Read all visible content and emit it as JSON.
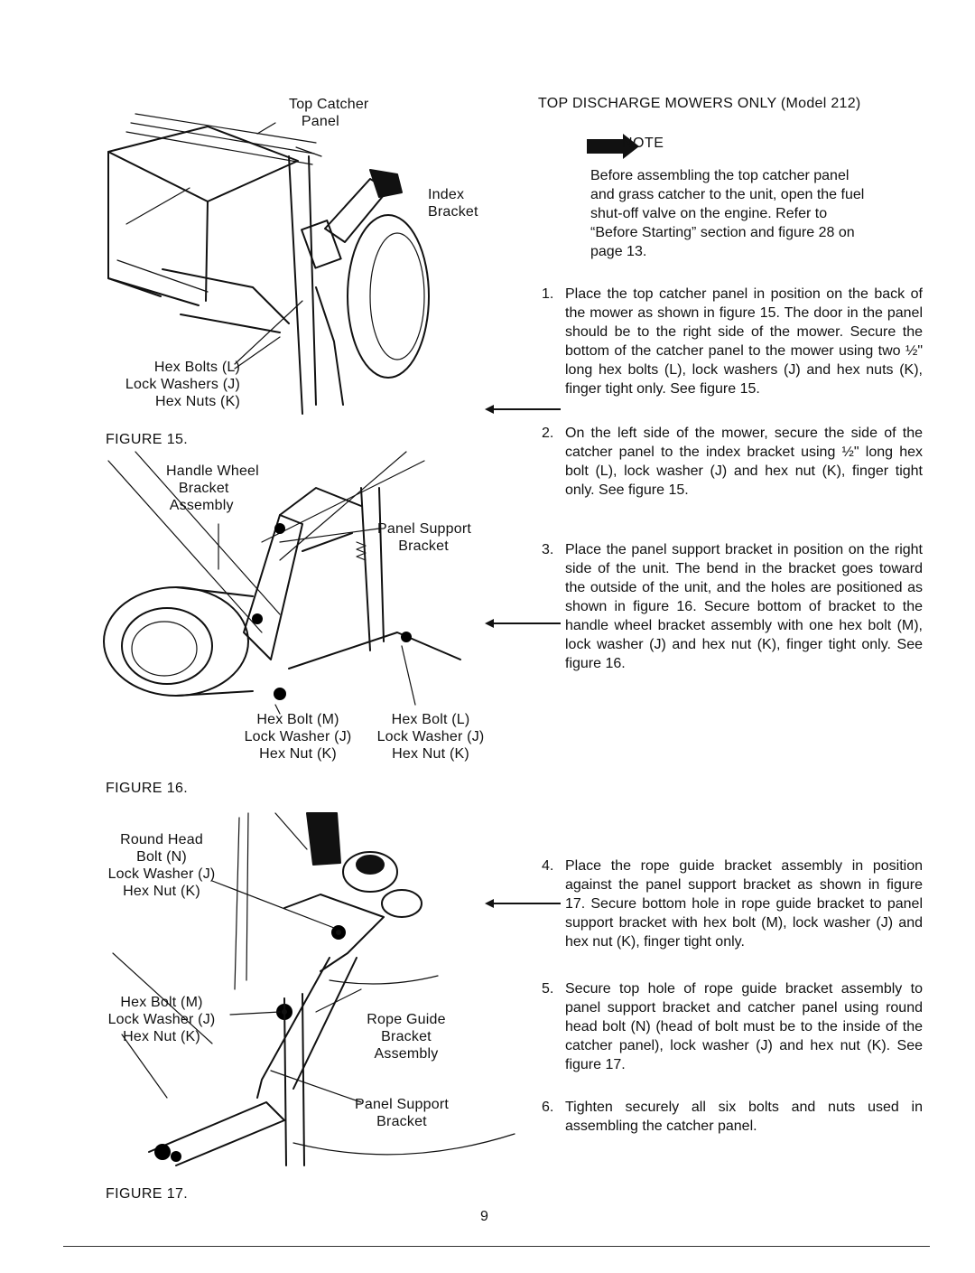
{
  "right_column": {
    "heading": "TOP DISCHARGE MOWERS ONLY (Model 212)",
    "note_label": "NOTE",
    "note_text": "Before assembling the top catcher panel and grass catcher to the unit, open the fuel shut-off valve on the engine. Refer to “Before Starting” section and figure 28 on page 13.",
    "steps": [
      {
        "num": "1.",
        "text": "Place the top catcher panel in position on the back of the mower as shown in figure 15. The door in the panel should be to the right side of the mower. Secure the bottom of the catcher panel to the mower using two ½\" long hex bolts (L), lock washers (J) and hex nuts (K), finger tight only. See figure 15."
      },
      {
        "num": "2.",
        "text": "On the left side of the mower, secure the side of the catcher panel to the index bracket using ½\" long hex bolt (L), lock washer (J) and hex nut (K), finger tight only. See figure 15."
      },
      {
        "num": "3.",
        "text": "Place the panel support bracket in position on the right side of the unit. The bend in the bracket goes toward the outside of the unit, and the holes are positioned as shown in figure 16. Secure bottom of bracket to the handle wheel bracket assembly with one hex bolt (M), lock washer (J) and hex nut (K), finger tight only. See figure 16."
      },
      {
        "num": "4.",
        "text": "Place the rope guide bracket assembly in position against the panel support bracket as shown in figure 17. Secure bottom hole in rope guide bracket to panel support bracket with hex bolt (M), lock washer (J) and hex nut (K), finger tight only."
      },
      {
        "num": "5.",
        "text": "Secure top hole of rope guide bracket assembly to panel support bracket and catcher panel using round head bolt (N) (head of bolt must be to the inside of the catcher panel), lock washer (J) and hex nut (K). See figure 17."
      },
      {
        "num": "6.",
        "text": "Tighten securely all six bolts and nuts used in assembling the catcher panel."
      }
    ]
  },
  "figure15": {
    "caption": "FIGURE 15.",
    "labels": {
      "top_catcher_panel": "Top Catcher\n   Panel",
      "index_bracket": "Index\nBracket",
      "hardware": "Hex Bolts (L)\nLock Washers (J)\nHex Nuts (K)"
    }
  },
  "figure16": {
    "caption": "FIGURE 16.",
    "labels": {
      "handle_wheel_bracket": "Handle Wheel\n   Bracket\n Assembly",
      "panel_support_bracket": "Panel Support\n     Bracket",
      "hardware_m": "Hex Bolt (M)\nLock Washer (J)\nHex Nut (K)",
      "hardware_l": "Hex Bolt (L)\nLock Washer (J)\nHex Nut (K)"
    }
  },
  "figure17": {
    "caption": "FIGURE 17.",
    "labels": {
      "round_head_bolt": "Round Head\nBolt (N)\nLock Washer (J)\nHex Nut (K)",
      "hardware_m": "Hex Bolt (M)\nLock Washer (J)\nHex Nut (K)",
      "rope_guide_bracket": "Rope Guide\nBracket\nAssembly",
      "panel_support_bracket": "Panel Support\nBracket"
    }
  },
  "page_number": "9"
}
